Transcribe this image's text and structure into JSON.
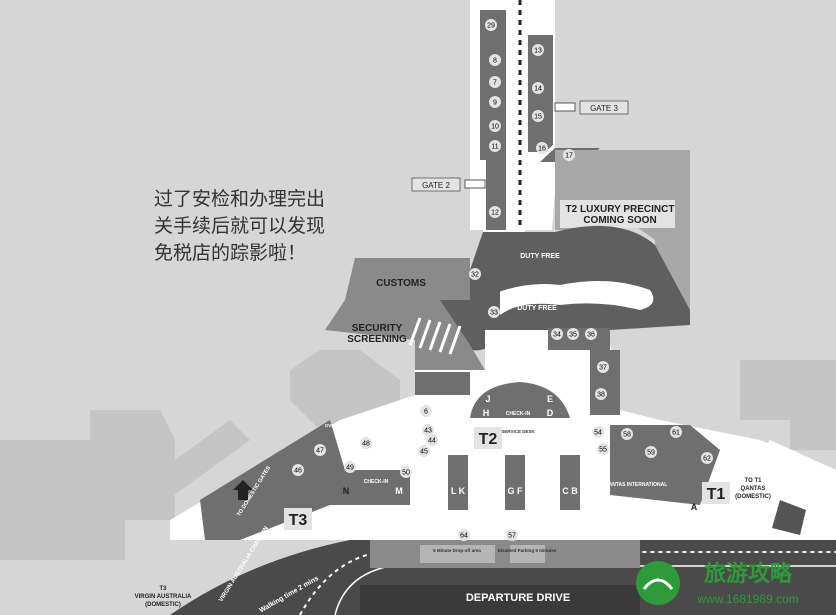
{
  "caption": {
    "lines": [
      "过了安检和办理完出",
      "关手续后就可以发现",
      "免税店的踪影啦！"
    ]
  },
  "gates": {
    "gate2": "GATE 2",
    "gate3": "GATE 3"
  },
  "areas": {
    "customs": "CUSTOMS",
    "security_line1": "SECURITY",
    "security_line2": "SCREENING",
    "duty_free_1": "DUTY FREE",
    "duty_free_2": "DUTY FREE",
    "luxury_line1": "T2 LUXURY PRECINCT",
    "luxury_line2": "COMING SOON",
    "oversized_baggage": "OVERSIZED BAGGAGE",
    "service_desk": "SERVICE DESK",
    "qantas_international": "QANTAS INTERNATIONAL",
    "virgin_checkin": "VIRGIN AUSTRALIA CHECK-IN",
    "departure_drive": "DEPARTURE DRIVE",
    "walking_time": "Walking time 2 mins",
    "drop_off": "5 Minute Drop-off area",
    "disabled_parking": "Disabled Parking 5 minutes"
  },
  "terminals": {
    "t2": "T2",
    "t3": "T3",
    "t1": "T1",
    "t1_note": [
      "TO T1",
      "QANTAS",
      "(DOMESTIC)"
    ],
    "t3_note": [
      "T3",
      "VIRGIN AUSTRALIA",
      "(DOMESTIC)"
    ],
    "to_domestic": "TO DOMESTIC GATES"
  },
  "checkin": {
    "label": "CHECK-IN",
    "top_letters": [
      "J",
      "E",
      "H",
      "D"
    ],
    "islands": [
      "L K",
      "G F",
      "C B"
    ],
    "nm": [
      "N",
      "M"
    ],
    "a": "A"
  },
  "numbers": {
    "pier_left": [
      "29",
      "8",
      "7",
      "9",
      "10",
      "11",
      "12"
    ],
    "pier_right": [
      "13",
      "14",
      "15",
      "16",
      "17"
    ],
    "misc": [
      "32",
      "33",
      "34",
      "35",
      "36",
      "37",
      "38",
      "6",
      "43",
      "44",
      "45",
      "48",
      "47",
      "46",
      "49",
      "50",
      "54",
      "58",
      "55",
      "59",
      "61",
      "62",
      "64",
      "57"
    ]
  },
  "watermark": {
    "brand": "旅游攻略",
    "url": "www.1681989.com"
  },
  "colors": {
    "background": "#d6d6d6",
    "building_dark": "#6f6f6f",
    "building_mid": "#8a8a8a",
    "floor_white": "#ffffff",
    "label_badge": "#e3e3e3",
    "text_dark": "#333333",
    "watermark_green": "#2e9a3a"
  }
}
